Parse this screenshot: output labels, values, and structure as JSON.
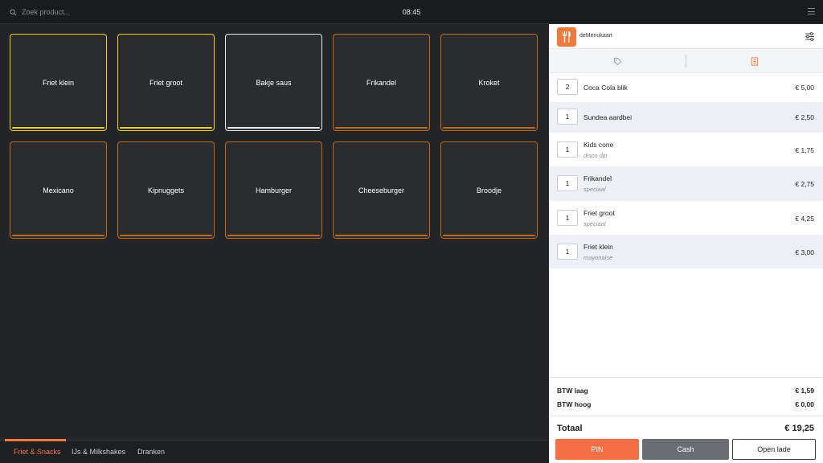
{
  "header": {
    "search_placeholder": "Zoek product...",
    "time": "08:45"
  },
  "products": [
    {
      "label": "Friet klein",
      "border": "#e8d11c"
    },
    {
      "label": "Friet groot",
      "border": "#e8d11c"
    },
    {
      "label": "Bakje saus",
      "border": "#e9eaec"
    },
    {
      "label": "Frikandel",
      "border": "#c46a12"
    },
    {
      "label": "Kroket",
      "border": "#c46a12"
    },
    {
      "label": "Mexicano",
      "border": "#c46a12"
    },
    {
      "label": "Kipnuggets",
      "border": "#c46a12"
    },
    {
      "label": "Hamburger",
      "border": "#c46a12"
    },
    {
      "label": "Cheeseburger",
      "border": "#c46a12"
    },
    {
      "label": "Broodje",
      "border": "#c46a12"
    }
  ],
  "categories": [
    {
      "label": "Friet & Snacks",
      "active": true
    },
    {
      "label": "IJs & Milkshakes",
      "active": false
    },
    {
      "label": "Dranken",
      "active": false
    }
  ],
  "panel": {
    "brand": "deMenukaart",
    "tabs": [
      {
        "icon": "tag-icon",
        "active": false
      },
      {
        "icon": "receipt-icon",
        "active": true
      }
    ],
    "order_items": [
      {
        "qty": "2",
        "name": "Coca Cola blik",
        "sub": "",
        "price": "€ 5,00"
      },
      {
        "qty": "1",
        "name": "Sundea aardbei",
        "sub": "",
        "price": "€ 2,50"
      },
      {
        "qty": "1",
        "name": "Kids cone",
        "sub": "disco dip",
        "price": "€ 1,75"
      },
      {
        "qty": "1",
        "name": "Frikandel",
        "sub": "speciaal",
        "price": "€ 2,75"
      },
      {
        "qty": "1",
        "name": "Friet groot",
        "sub": "speciaal",
        "price": "€ 4,25"
      },
      {
        "qty": "1",
        "name": "Friet klein",
        "sub": "mayonaise",
        "price": "€ 3,00"
      }
    ],
    "btw_laag_label": "BTW laag",
    "btw_laag_value": "€ 1,59",
    "btw_hoog_label": "BTW hoog",
    "btw_hoog_value": "€ 0,00",
    "total_label": "Totaal",
    "total_value": "€ 19,25",
    "buttons": {
      "pin": "PIN",
      "cash": "Cash",
      "open_lade": "Open lade"
    }
  },
  "colors": {
    "accent": "#f07a3c",
    "pin": "#f46f45",
    "cash": "#6a6d72",
    "background": "#222427"
  }
}
